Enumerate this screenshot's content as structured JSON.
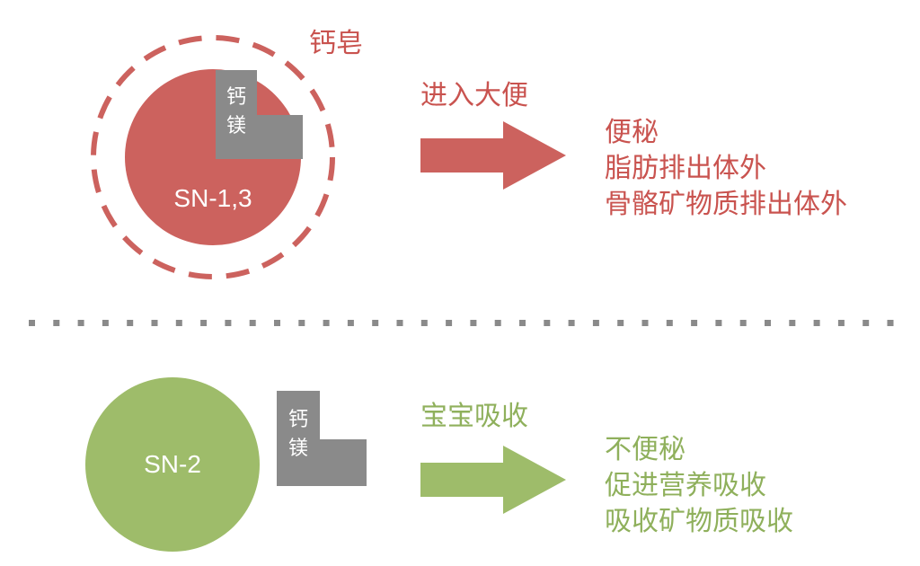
{
  "colors": {
    "red": "#cc625e",
    "red_text": "#c9534f",
    "green": "#9ebc6a",
    "green_text": "#8fb05c",
    "gray": "#8a8a8a",
    "divider": "#8a8a8a",
    "white": "#ffffff"
  },
  "top": {
    "circle_label": "SN-1,3",
    "l_shape_lines": [
      "钙",
      "镁"
    ],
    "dashed_ring_label": "钙皂",
    "arrow_label": "进入大便",
    "results": [
      "便秘",
      "脂肪排出体外",
      "骨骼矿物质排出体外"
    ]
  },
  "bottom": {
    "circle_label": "SN-2",
    "l_shape_lines": [
      "钙",
      "镁"
    ],
    "arrow_label": "宝宝吸收",
    "results": [
      "不便秘",
      "促进营养吸收",
      "吸收矿物质吸收"
    ]
  }
}
